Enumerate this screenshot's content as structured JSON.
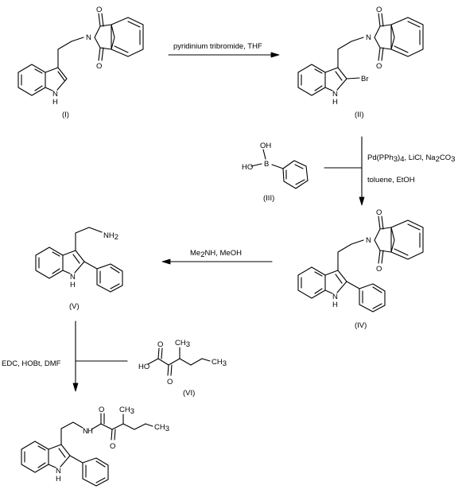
{
  "compounds": {
    "c1": {
      "label": "(I)"
    },
    "c2": {
      "label": "(II)"
    },
    "c3": {
      "label": "(III)"
    },
    "c4": {
      "label": "(IV)"
    },
    "c5": {
      "label": "(V)"
    },
    "c6": {
      "label": "(VI)"
    }
  },
  "atoms": {
    "O": "O",
    "N": "N",
    "NH": "N",
    "H": "H",
    "Br": "Br",
    "B": "B",
    "OH": "OH",
    "HO": "HO",
    "NH2": "NH",
    "two": "2",
    "CH3": "CH",
    "three": "3"
  },
  "reagents": {
    "step1": "pyridinium tribromide, THF",
    "step2_pd": "Pd(PPh",
    "step2_pd_sub": "3",
    "step2_pd_close": ")",
    "step2_pd_sub2": "4",
    "step2_mid": ", LiCl, Na",
    "step2_na_sub": "2",
    "step2_co": "CO",
    "step2_co_sub": "3",
    "step2_solvent": "toluene, EtOH",
    "step3_me": "Me",
    "step3_me_sub": "2",
    "step3_rest": "NH, MeOH",
    "step4": "EDC, HOBt, DMF"
  }
}
